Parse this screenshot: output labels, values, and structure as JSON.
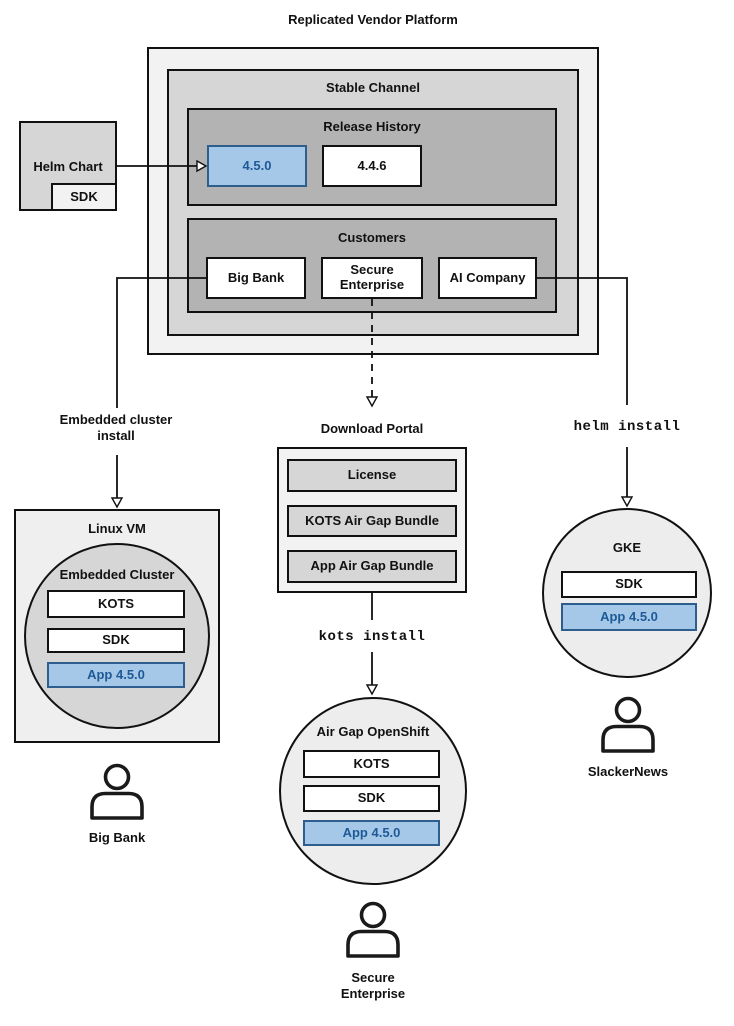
{
  "diagram_title": "Replicated Vendor Platform",
  "platform": {
    "stable_channel": {
      "label": "Stable Channel",
      "release_history": {
        "label": "Release History",
        "releases": [
          {
            "version": "4.5.0",
            "highlighted": true
          },
          {
            "version": "4.4.6",
            "highlighted": false
          }
        ]
      },
      "customers": {
        "label": "Customers",
        "items": [
          {
            "name": "Big Bank"
          },
          {
            "name": "Secure Enterprise"
          },
          {
            "name": "AI Company"
          }
        ]
      }
    }
  },
  "helm_chart": {
    "label": "Helm Chart",
    "sdk": "SDK"
  },
  "install_paths": {
    "embedded_cluster": "Embedded cluster install",
    "helm": "helm install",
    "kots": "kots install"
  },
  "download_portal": {
    "label": "Download Portal",
    "items": [
      {
        "name": "License"
      },
      {
        "name": "KOTS Air Gap Bundle"
      },
      {
        "name": "App Air Gap Bundle"
      }
    ]
  },
  "clusters": {
    "linux_vm": {
      "label": "Linux VM",
      "inner_label": "Embedded Cluster",
      "components": [
        {
          "name": "KOTS",
          "highlighted": false
        },
        {
          "name": "SDK",
          "highlighted": false
        },
        {
          "name": "App 4.5.0",
          "highlighted": true
        }
      ]
    },
    "airgap_openshift": {
      "label": "Air Gap OpenShift",
      "components": [
        {
          "name": "KOTS",
          "highlighted": false
        },
        {
          "name": "SDK",
          "highlighted": false
        },
        {
          "name": "App 4.5.0",
          "highlighted": true
        }
      ]
    },
    "gke": {
      "label": "GKE",
      "components": [
        {
          "name": "SDK",
          "highlighted": false
        },
        {
          "name": "App 4.5.0",
          "highlighted": true
        }
      ]
    }
  },
  "users": [
    {
      "name": "Big Bank"
    },
    {
      "name": "Secure Enterprise"
    },
    {
      "name": "SlackerNews"
    }
  ],
  "colors": {
    "container_light": "#f2f2f2",
    "container_mid": "#d6d6d6",
    "container_dark": "#b3b3b3",
    "circle_fill": "#ededed",
    "highlight_fill": "#a5c8e9",
    "highlight_border": "#2d5e8d",
    "highlight_text": "#1e5a96",
    "line": "#111111"
  }
}
